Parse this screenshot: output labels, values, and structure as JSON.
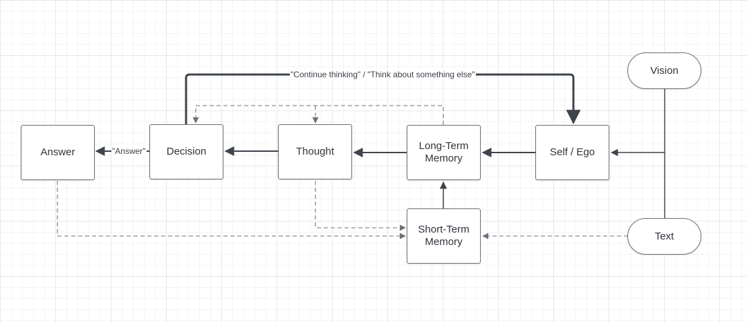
{
  "nodes": {
    "answer": "Answer",
    "decision": "Decision",
    "thought": "Thought",
    "long_term_memory": "Long-Term\nMemory",
    "self_ego": "Self / Ego",
    "short_term_memory": "Short-Term\nMemory",
    "vision": "Vision",
    "text": "Text"
  },
  "edge_labels": {
    "loop": "\"Continue thinking\" / \"Think about something else\"",
    "answer": "\"Answer\""
  },
  "colors": {
    "stroke": "#3f444b",
    "dashed": "#8a8f96",
    "text": "#2f343b"
  }
}
